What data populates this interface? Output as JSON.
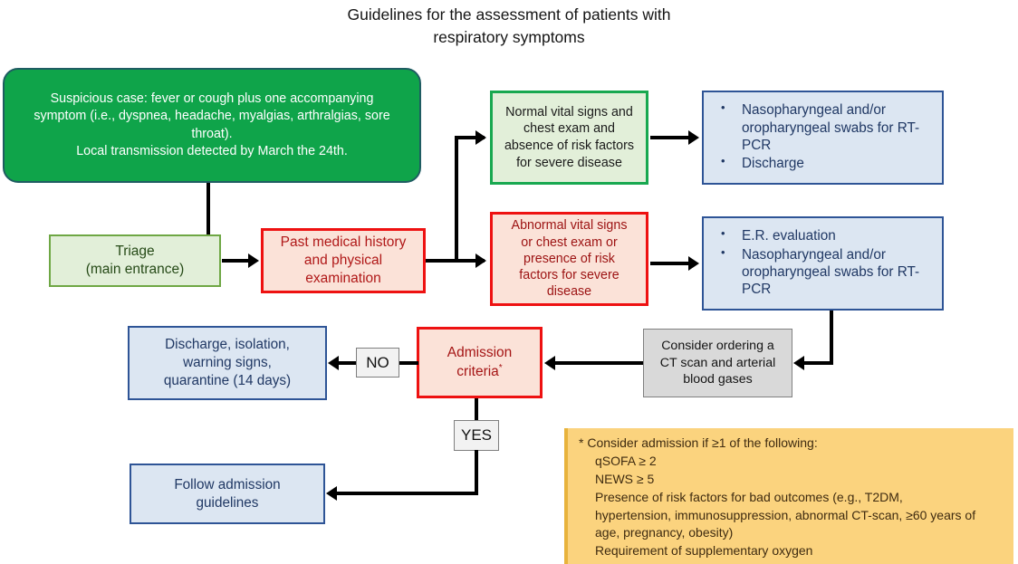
{
  "title": {
    "line1": "Guidelines for the assessment of patients with",
    "line2": "respiratory symptoms"
  },
  "nodes": {
    "suspicious": {
      "line1": "Suspicious case: fever or cough plus one accompanying",
      "line2": "symptom (i.e., dyspnea, headache, myalgias, arthralgias, sore",
      "line3": "throat).",
      "line4": "Local transmission detected by March the 24th."
    },
    "triage": {
      "line1": "Triage",
      "line2": "(main entrance)"
    },
    "past_medical_history": {
      "line1": "Past medical history",
      "line2": "and physical",
      "line3": "examination"
    },
    "normal_vitals": {
      "line1": "Normal vital signs and",
      "line2": "chest exam and",
      "line3": "absence of risk factors",
      "line4": "for severe disease"
    },
    "abnormal_vitals": {
      "line1": "Abnormal vital signs",
      "line2": "or chest exam or",
      "line3": "presence of risk",
      "line4": "factors for severe",
      "line5": "disease"
    },
    "swabs_discharge": {
      "bullets": [
        "Nasopharyngeal and/or oropharyngeal swabs for RT-PCR",
        "Discharge"
      ]
    },
    "er_evaluation": {
      "bullets": [
        "E.R. evaluation",
        "Nasopharyngeal and/or oropharyngeal swabs for RT-PCR"
      ]
    },
    "discharge_isolation": {
      "line1": "Discharge, isolation,",
      "line2": "warning signs,",
      "line3": "quarantine (14 days)"
    },
    "admission_criteria": {
      "line1": "Admission",
      "line2": "criteria",
      "marker": "*"
    },
    "ct_scan": {
      "line1": "Consider ordering a",
      "line2": "CT scan and arterial",
      "line3": "blood gases"
    },
    "follow_admission": {
      "line1": "Follow admission",
      "line2": "guidelines"
    }
  },
  "labels": {
    "no": "NO",
    "yes": "YES"
  },
  "footnote": {
    "head": "* Consider admission if ≥1 of the following:",
    "items": [
      "qSOFA ≥ 2",
      "NEWS ≥ 5",
      "Presence of risk factors for bad outcomes (e.g., T2DM,",
      "hypertension, immunosuppression, abnormal CT-scan, ≥60 years of",
      "age, pregnancy, obesity)",
      "Requirement of supplementary oxygen"
    ]
  },
  "colors": {
    "green_solid": "#0FA44A",
    "green_light": "#E2EFD9",
    "green_border": "#18A850",
    "red_border": "#EE1111",
    "red_light": "#FBE2D8",
    "blue_light": "#DCE6F2",
    "blue_border": "#2E5496",
    "gray_fill": "#D9D9D9",
    "amber_fill": "#FBD37E",
    "connector": "#000000"
  }
}
